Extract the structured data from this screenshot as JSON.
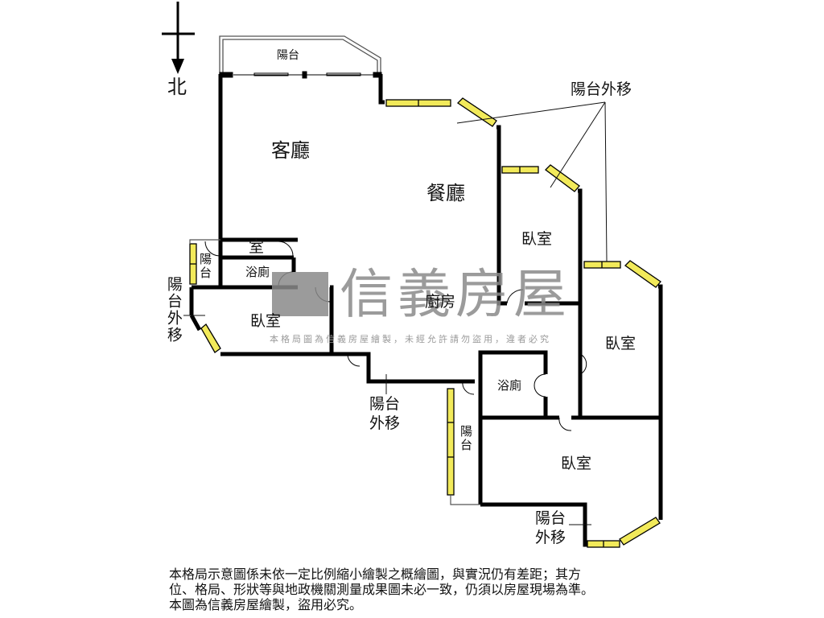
{
  "compass": {
    "north_label": "北",
    "icon": "north-arrow-down"
  },
  "rooms": {
    "balcony_top": "陽台",
    "living_room": "客廳",
    "dining_room": "餐廳",
    "bedroom_ne": "臥室",
    "bedroom_e": "臥室",
    "bedroom_w": "臥室",
    "bedroom_se": "臥室",
    "kitchen": "廚房",
    "bathroom_w": "浴廁",
    "bathroom_c": "浴廁",
    "room_small": "室",
    "balcony_w_small": "陽台",
    "balcony_s_small": "陽台"
  },
  "annotations": {
    "balcony_moved_ne": "陽台外移",
    "balcony_moved_w": "陽台外移",
    "balcony_moved_c": "陽台外移",
    "balcony_moved_se": "陽台外移"
  },
  "watermark": {
    "brand": "信義房屋",
    "notice": "本格局圖為信義房屋繪製，未經允許請勿盜用，違者必究"
  },
  "footer": {
    "line1": "本格局示意圖係未依一定比例縮小繪製之概繪圖，與實況仍有差距；其方",
    "line2": "位、格局、形狀等與地政機關測量成果圖未必一致，仍須以房屋現場為準。",
    "line3": "本圖為信義房屋繪製，盜用必究。"
  },
  "colors": {
    "wall": "#000000",
    "window_fill": "#f2ea5a",
    "balcony_line": "#555555",
    "watermark": "#8a8a8a"
  }
}
